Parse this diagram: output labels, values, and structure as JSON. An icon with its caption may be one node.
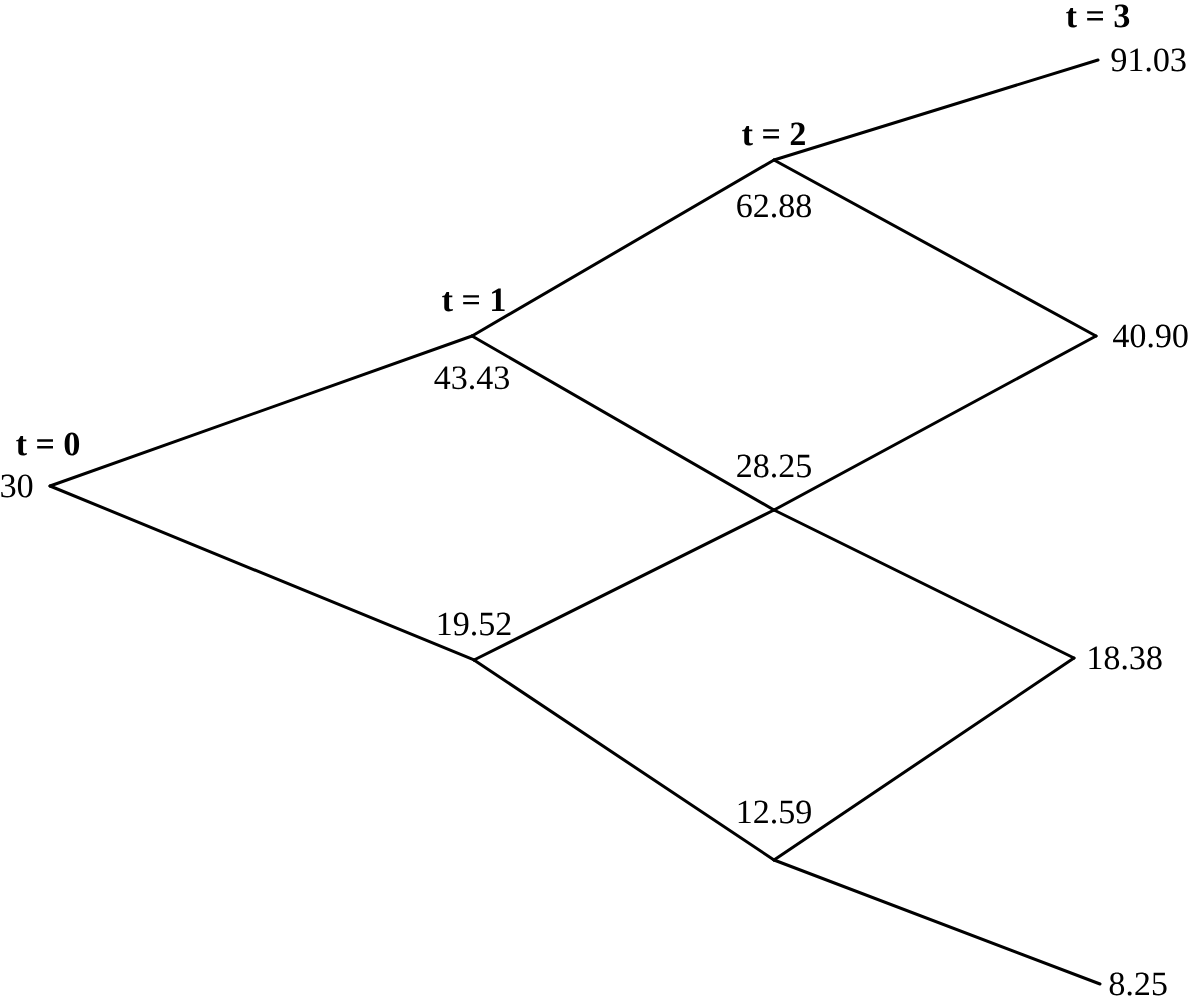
{
  "diagram": {
    "nodes": [
      {
        "text": [
          "30"
        ]
      },
      {
        "text": [
          "43.43"
        ]
      },
      {
        "text": [
          "19.52"
        ]
      },
      {
        "text": [
          "62.88"
        ]
      },
      {
        "text": [
          "28.25"
        ]
      },
      {
        "text": [
          "12.59"
        ]
      },
      {
        "text": [
          "91.03"
        ]
      },
      {
        "text": [
          "40.90"
        ]
      },
      {
        "text": [
          "18.38"
        ]
      },
      {
        "text": [
          "8.25"
        ]
      }
    ],
    "edges": [
      {
        "from": 0,
        "to": 1,
        "arrow": "none"
      },
      {
        "from": 0,
        "to": 2,
        "arrow": "none"
      },
      {
        "from": 1,
        "to": 3,
        "arrow": "none"
      },
      {
        "from": 1,
        "to": 4,
        "arrow": "none"
      },
      {
        "from": 2,
        "to": 4,
        "arrow": "none"
      },
      {
        "from": 2,
        "to": 5,
        "arrow": "none"
      },
      {
        "from": 3,
        "to": 6,
        "arrow": "none"
      },
      {
        "from": 3,
        "to": 7,
        "arrow": "none"
      },
      {
        "from": 4,
        "to": 7,
        "arrow": "none"
      },
      {
        "from": 4,
        "to": 8,
        "arrow": "none"
      },
      {
        "from": 5,
        "to": 8,
        "arrow": "none"
      },
      {
        "from": 5,
        "to": 9,
        "arrow": "none"
      }
    ],
    "labels": [
      "t = 0",
      "t = 1",
      "t = 2",
      "t = 3"
    ]
  }
}
